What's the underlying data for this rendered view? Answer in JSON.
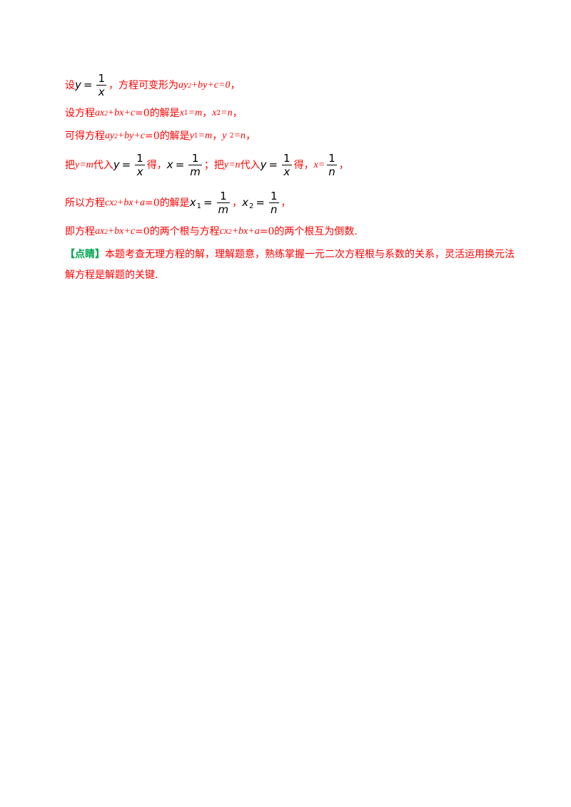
{
  "line1": {
    "prefix": "设",
    "y": "y",
    "eq": "=",
    "num": "1",
    "den": "x",
    "mid": "，方程可变形为",
    "expr_a": "ay",
    "expr_sup": "2",
    "expr_rest": "+by+c=0",
    "tail": "，"
  },
  "line2": {
    "prefix": "设方程 ",
    "expr_a": "ax",
    "expr_sup": "2",
    "expr_rest": "+bx+c",
    "eq0": "=0",
    "mid": " 的解是 ",
    "x1": "x",
    "x1_sub": "1",
    "x1_val": "=m",
    "sep": "，",
    "x2": "x",
    "x2_sub": "2",
    "x2_val": "=n",
    "tail": "，"
  },
  "line3": {
    "prefix": "可得方程 ",
    "expr_a": "ay",
    "expr_sup": "2",
    "expr_rest": "+by+c",
    "eq0": "=0",
    "mid": " 的解是 ",
    "y1": "y",
    "y1_sub": "1",
    "y1_val": "=m",
    "sep": "，",
    "y2": "y",
    "y2_sub": "2",
    "y2_val": "=n",
    "tail": "，"
  },
  "line4": {
    "p1": "把 ",
    "v1": "y=m",
    "p2": " 代入",
    "y_a": "y",
    "eq_a": "=",
    "num_a": "1",
    "den_a": "x",
    "p3": "得，",
    "x_b": "x",
    "eq_b": "=",
    "num_b": "1",
    "den_b": "m",
    "p4": "；把 ",
    "v2": "y=n",
    "p5": " 代入",
    "y_c": "y",
    "eq_c": "=",
    "num_c": "1",
    "den_c": "x",
    "p6": "得，",
    "x_d": "x=",
    "num_d": "1",
    "den_d": "n",
    "tail": "，"
  },
  "line5": {
    "prefix": "所以方程 ",
    "expr_a": "cx",
    "expr_sup": "2",
    "expr_rest": "+bx+a",
    "eq0": "=0",
    "mid": " 的解是",
    "x1": "x",
    "x1_sub": "1",
    "eq1": "=",
    "num1": "1",
    "den1": "m",
    "sep": "，",
    "x2": "x",
    "x2_sub": "2",
    "eq2": "=",
    "num2": "1",
    "den2": "n",
    "tail": "，"
  },
  "line6": {
    "prefix": "即方程 ",
    "expr1_a": "ax",
    "expr1_sup": "2",
    "expr1_rest": "+bx+c",
    "eq0_1": "=0",
    "mid": " 的两个根与方程 ",
    "expr2_a": "cx",
    "expr2_sup": "2",
    "expr2_rest": "+bx+a",
    "eq0_2": "=0",
    "tail": " 的两个根互为倒数."
  },
  "note": {
    "tag": "【点睛】",
    "text": "本题考查无理方程的解，理解题意，熟练掌握一元二次方程根与系数的关系，灵活运用换元法解方程是解题的关键."
  }
}
